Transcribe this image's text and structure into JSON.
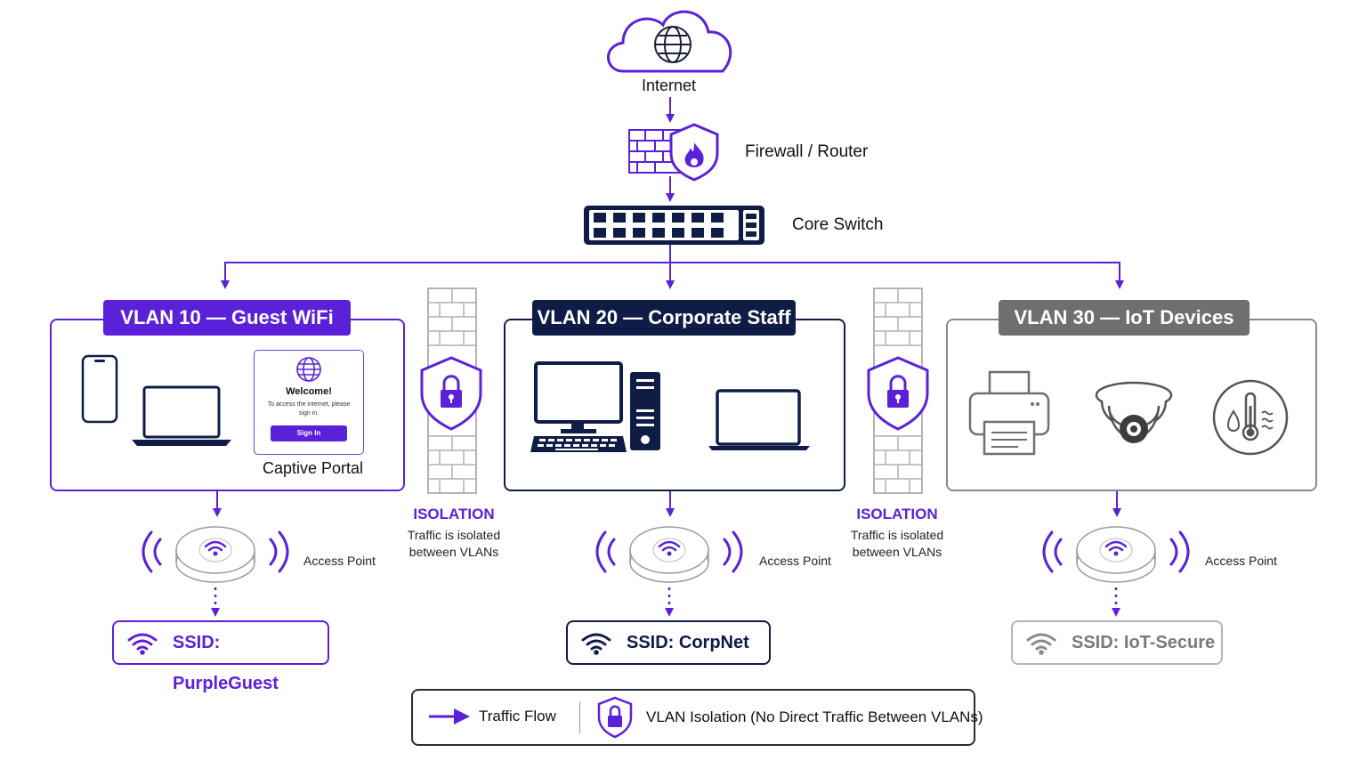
{
  "colors": {
    "purple": "#5b21d9",
    "navy": "#0f1c45",
    "gray": "#6f6f6f",
    "light_gray": "#b5b5b5"
  },
  "top": {
    "internet_label": "Internet",
    "firewall_label": "Firewall / Router",
    "switch_label": "Core Switch"
  },
  "vlans": [
    {
      "title": "VLAN 10 — Guest WiFi",
      "color": "#5b21d9",
      "icons": [
        "smartphone-icon",
        "laptop-icon",
        "captive-portal"
      ],
      "captive_portal": {
        "label": "Captive Portal",
        "welcome": "Welcome!",
        "message": "To access the internet, please sign in.",
        "button": "Sign In"
      },
      "ap_label": "Access Point",
      "ssid": "SSID: PurpleGuest"
    },
    {
      "title": "VLAN 20 — Corporate Staff",
      "color": "#0f1c45",
      "icons": [
        "desktop-computer-icon",
        "tower-pc-icon",
        "keyboard-icon",
        "laptop-icon"
      ],
      "ap_label": "Access Point",
      "ssid": "SSID: CorpNet"
    },
    {
      "title": "VLAN 30 — IoT Devices",
      "color": "#6f6f6f",
      "icons": [
        "printer-icon",
        "security-camera-icon",
        "thermostat-icon"
      ],
      "ap_label": "Access Point",
      "ssid": "SSID: IoT-Secure"
    }
  ],
  "isolation": [
    {
      "title": "ISOLATION",
      "text": "Traffic is isolated between VLANs"
    },
    {
      "title": "ISOLATION",
      "text": "Traffic is isolated between VLANs"
    }
  ],
  "legend": {
    "traffic_flow": "Traffic Flow",
    "isolation": "VLAN Isolation (No Direct Traffic Between VLANs)"
  }
}
